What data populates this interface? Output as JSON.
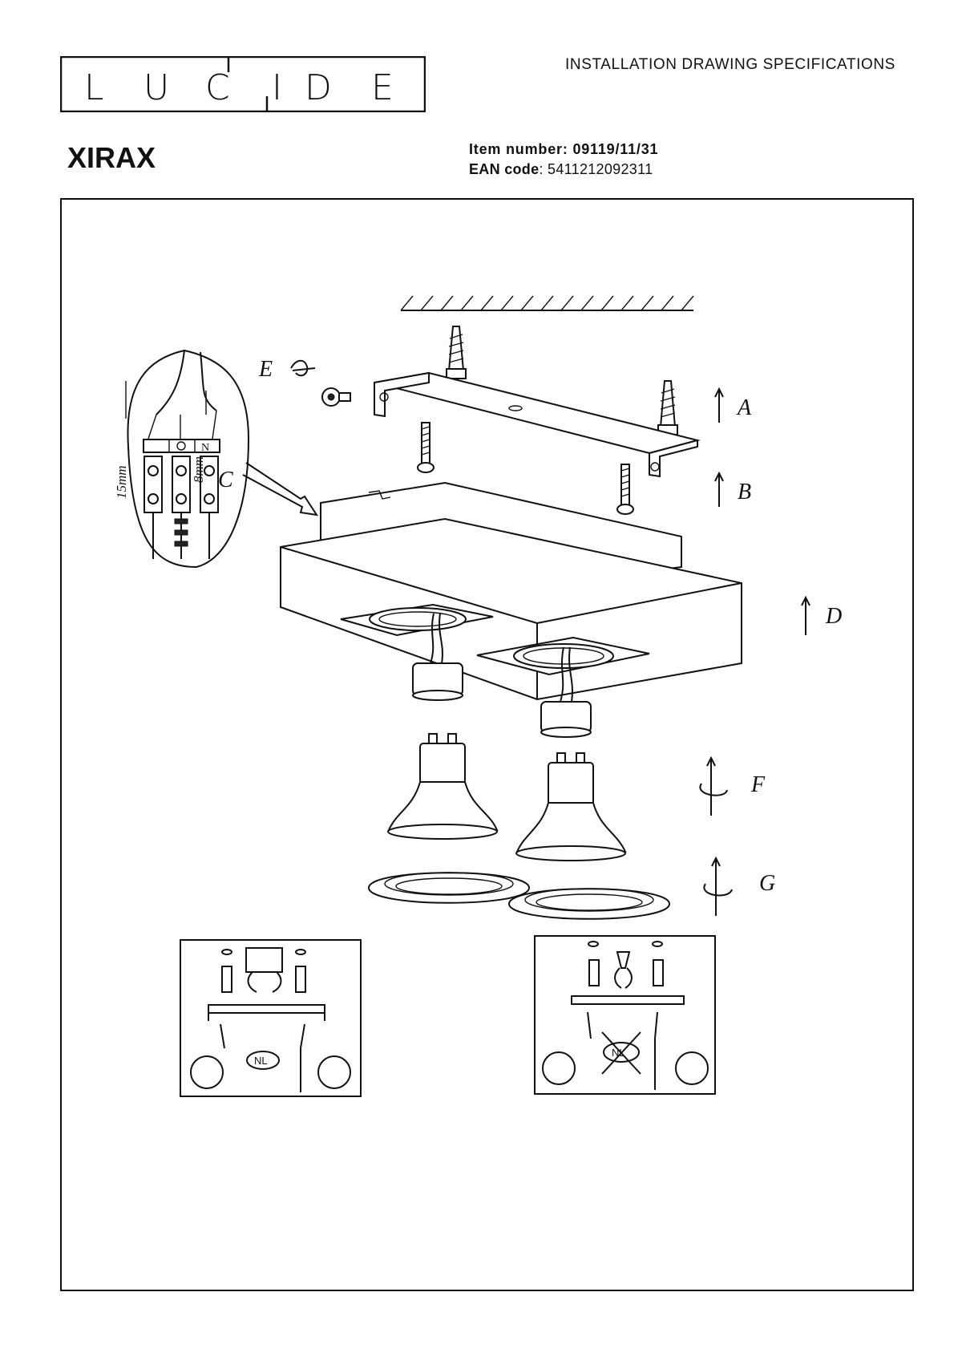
{
  "brand": {
    "logo_text": "LUCIDE",
    "letters": [
      "L",
      "U",
      "C",
      "I",
      "D",
      "E"
    ]
  },
  "header": {
    "title": "INSTALLATION DRAWING SPECIFICATIONS"
  },
  "product": {
    "name": "XIRAX",
    "item_label": "Item number",
    "item_number": "09119/11/31",
    "ean_label": "EAN code",
    "ean_code": "5411212092311"
  },
  "drawing": {
    "step_labels": {
      "a": "A",
      "b": "B",
      "c": "C",
      "d": "D",
      "e": "E",
      "f": "F",
      "g": "G"
    },
    "wiring_detail": {
      "dim_strip": "15mm",
      "dim_core": "8mm",
      "terminal_n": "N"
    },
    "mounting_insets": [
      {
        "badge": "NL",
        "crossed": false
      },
      {
        "badge": "NL",
        "crossed": true
      }
    ]
  }
}
